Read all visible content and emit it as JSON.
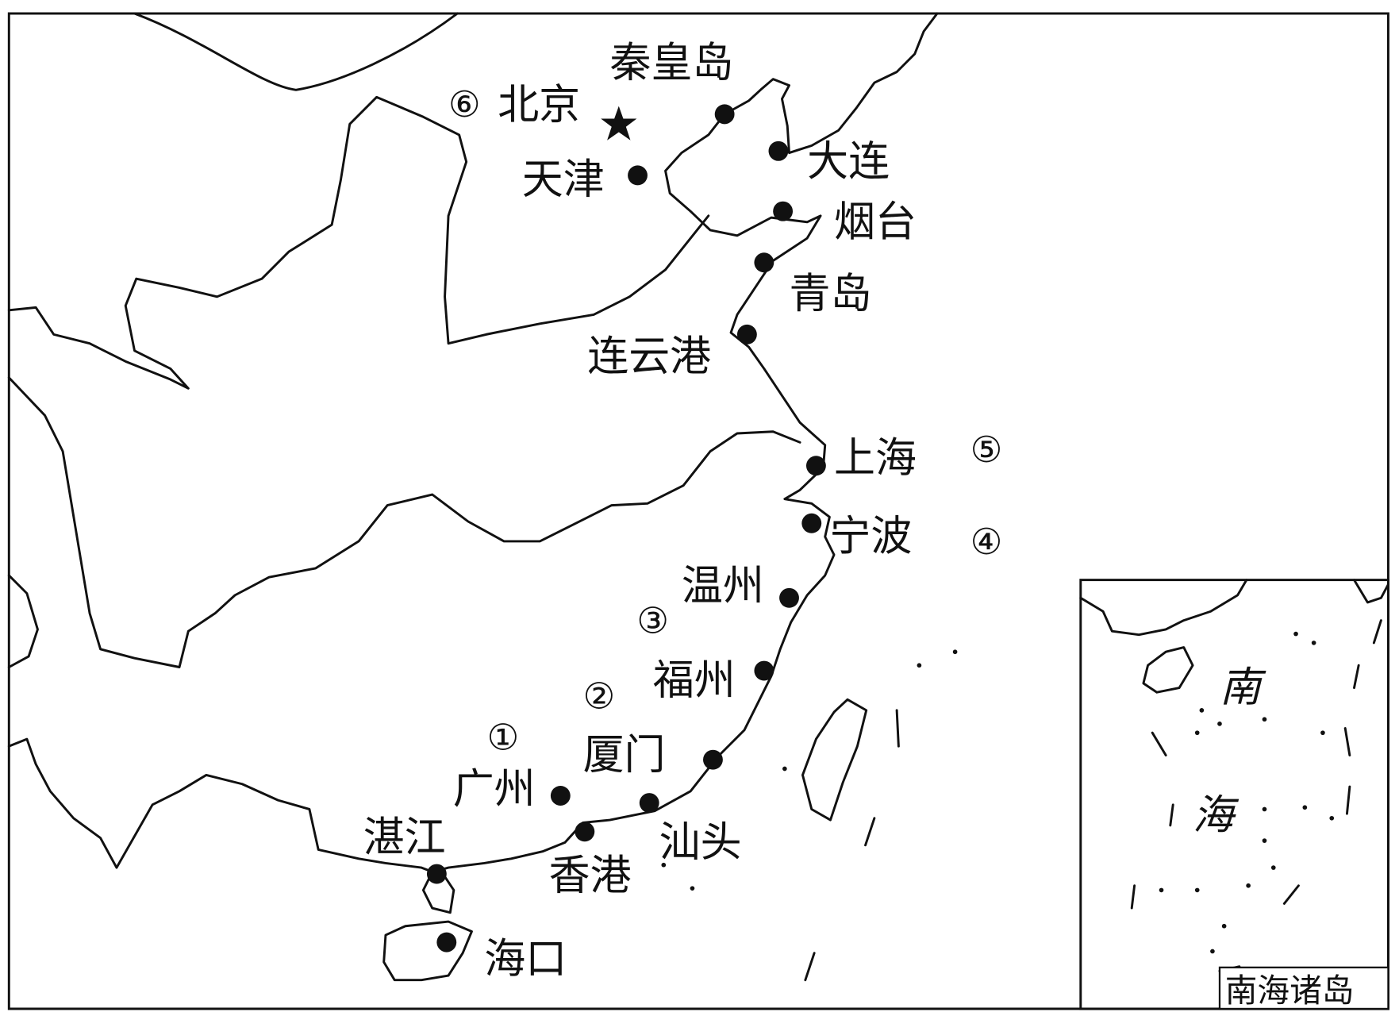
{
  "map": {
    "capital": {
      "name": "北京",
      "number": "⑥",
      "icon": "star-icon"
    },
    "cities": [
      {
        "name": "秦皇岛"
      },
      {
        "name": "天津"
      },
      {
        "name": "大连"
      },
      {
        "name": "烟台"
      },
      {
        "name": "青岛"
      },
      {
        "name": "连云港"
      },
      {
        "name": "上海"
      },
      {
        "name": "宁波"
      },
      {
        "name": "温州"
      },
      {
        "name": "福州"
      },
      {
        "name": "厦门"
      },
      {
        "name": "汕头"
      },
      {
        "name": "广州"
      },
      {
        "name": "香港"
      },
      {
        "name": "湛江"
      },
      {
        "name": "海口"
      }
    ],
    "markers": [
      "①",
      "②",
      "③",
      "④",
      "⑤"
    ],
    "inset": {
      "sea_char_1": "南",
      "sea_char_2": "海",
      "title": "南海诸岛"
    }
  }
}
